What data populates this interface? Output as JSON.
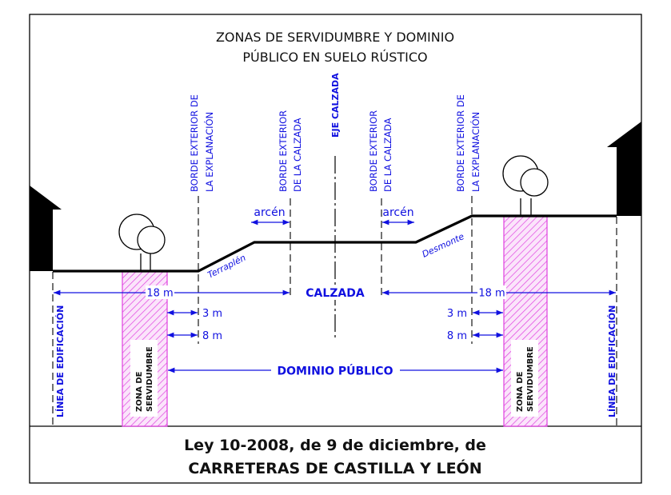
{
  "title": {
    "line1": "ZONAS DE SERVIDUMBRE Y DOMINIO",
    "line2": "PÚBLICO EN SUELO RÚSTICO"
  },
  "caption": {
    "line1": "Ley 10-2008, de 9 de diciembre, de",
    "line2": "CARRETERAS DE CASTILLA Y LEÓN"
  },
  "vertical_labels": {
    "borde_explanacion_a": "BORDE EXTERIOR DE",
    "borde_explanacion_b": "LA EXPLANACIÓN",
    "borde_calzada_a": "BORDE EXTERIOR",
    "borde_calzada_b": "DE LA CALZADA",
    "eje_calzada": "EJE CALZADA",
    "linea_edificacion": "LÍNEA DE EDIFICACIÓN",
    "zona_servidumbre_a": "ZONA DE",
    "zona_servidumbre_b": "SERVIDUMBRE"
  },
  "slopes": {
    "left": "Terraplén",
    "right": "Desmonte"
  },
  "arcen": "arcén",
  "dimensions": {
    "edificacion": "18 m",
    "calzada": "CALZADA",
    "servidumbre_inner": "3 m",
    "dominio_width": "8 m",
    "dominio_publico": "DOMINIO PÚBLICO"
  },
  "colors": {
    "annotation": "#1010e0",
    "zone_hatch": "#e040e0",
    "zone_fill": "#fbe4fb",
    "ground": "#000000"
  }
}
